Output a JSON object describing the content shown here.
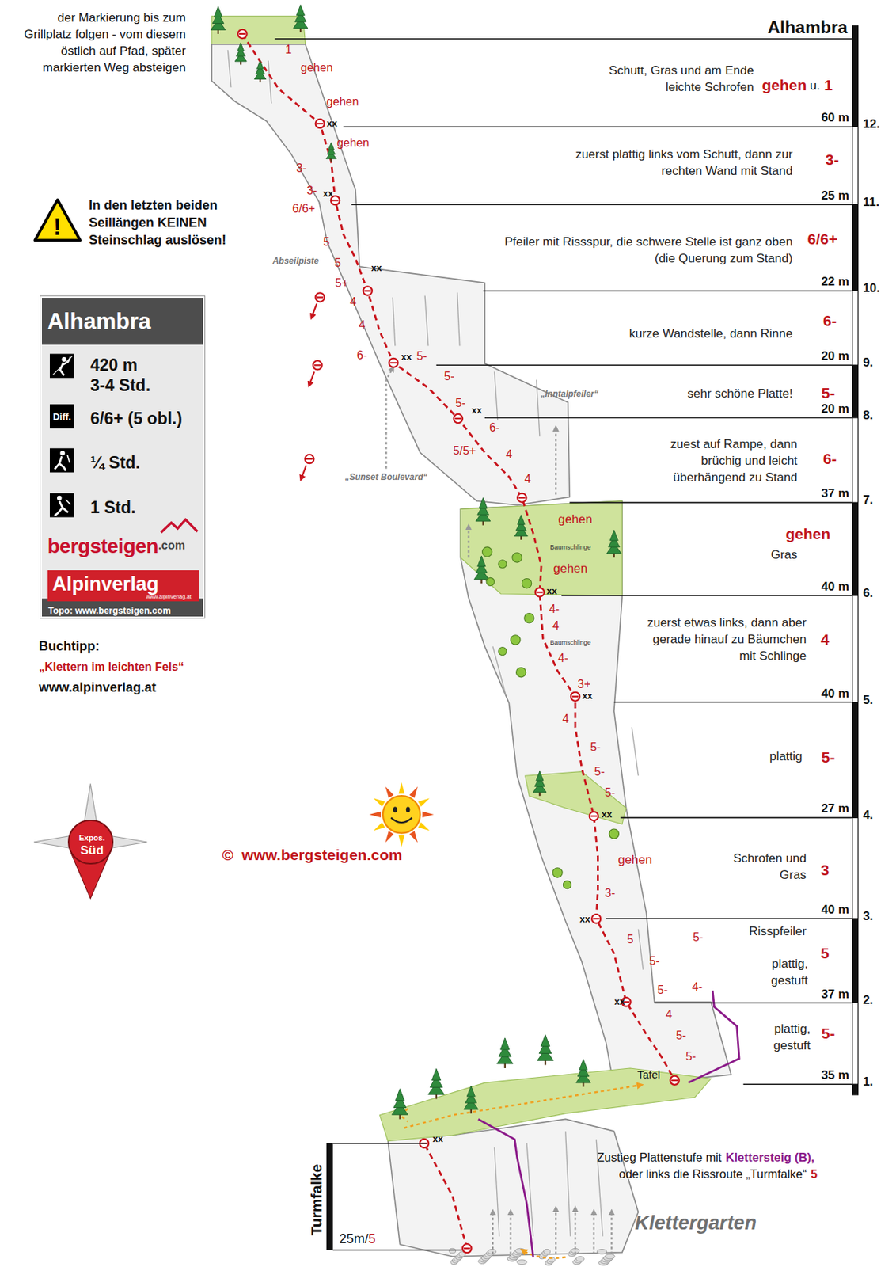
{
  "diagram": {
    "title": "Alhambra",
    "nodes": [
      {
        "text": [
          "!"
        ]
      },
      {
        "text": [
          "Alhambra",
          "420 m",
          "3-4 Std.",
          "Diff.",
          "6/6+ (5 obl.)",
          "¼ Std.",
          "1 Std.",
          "Topo: www.bergsteigen.com"
        ]
      },
      {
        "text": [
          "bergsteigen",
          ".com"
        ],
        "in": 1
      },
      {
        "text": [
          "Alpinverlag",
          "www.alpinverlag.at"
        ],
        "in": 1
      },
      {
        "text": [
          "Expos.",
          "Süd"
        ]
      }
    ],
    "labels": [
      "der Markierung bis zum Grillplatz folgen - vom diesem östlich auf Pfad, später markierten Weg absteigen",
      "1",
      "gehen",
      "gehen",
      "xx",
      "gehen",
      "3-",
      "3-",
      "xx",
      "6/6+",
      "5",
      "Abseilpiste",
      "5",
      "5+",
      "xx",
      "4",
      "4",
      "6-",
      "xx",
      "5-",
      "5-",
      "5-",
      "xx",
      "„Inntalpfeiler“",
      "6-",
      "5/5+",
      "4",
      "4",
      "„Sunset Boulevard“",
      "gehen",
      "Baumschlinge",
      "gehen",
      "xx",
      "4-",
      "4",
      "Baumschlinge",
      "4-",
      "3+",
      "xx",
      "4",
      "5-",
      "5-",
      "5-",
      "xx",
      "gehen",
      "3-",
      "xx",
      "5",
      "5-",
      "5-",
      "5-",
      "4-",
      "xx",
      "4",
      "5-",
      "5-",
      "Tafel",
      "xx",
      "gehen",
      "u.",
      "1",
      "Schutt, Gras und am Ende leichte Schrofen",
      "60 m",
      "12.",
      "zuerst plattig links vom Schutt, dann zur rechten Wand mit Stand",
      "3-",
      "25 m",
      "11.",
      "Pfeiler mit Rissspur, die schwere Stelle ist ganz oben (die Querung zum Stand)",
      "6/6+",
      "22 m",
      "10.",
      "kurze Wandstelle, dann Rinne",
      "6-",
      "20 m",
      "9.",
      "sehr schöne Platte!",
      "5-",
      "20 m",
      "8.",
      "zuest auf Rampe, dann brüchig und leicht überhängend zu Stand",
      "6-",
      "37 m",
      "7.",
      "gehen",
      "Gras",
      "40 m",
      "6.",
      "zuerst etwas links, dann aber gerade hinauf zu Bäumchen mit Schlinge",
      "4",
      "40 m",
      "5.",
      "plattig",
      "5-",
      "27 m",
      "4.",
      "Schrofen und Gras",
      "3",
      "40 m",
      "3.",
      "Risspfeiler",
      "5",
      "plattig, gestuft",
      "37 m",
      "2.",
      "plattig, gestuft",
      "5-",
      "35 m",
      "1.",
      "In den letzten beiden Seillängen KEINEN Steinschlag auslösen!",
      "Buchtipp:",
      "„Klettern im leichten Fels“",
      "www.alpinverlag.at",
      "©  www.bergsteigen.com",
      "Zustieg Plattenstufe mit",
      "Klettersteig (B),",
      "oder links die Rissroute „Turmfalke“",
      "5",
      "Klettergarten",
      "Turmfalke",
      "25m/",
      "5"
    ]
  }
}
